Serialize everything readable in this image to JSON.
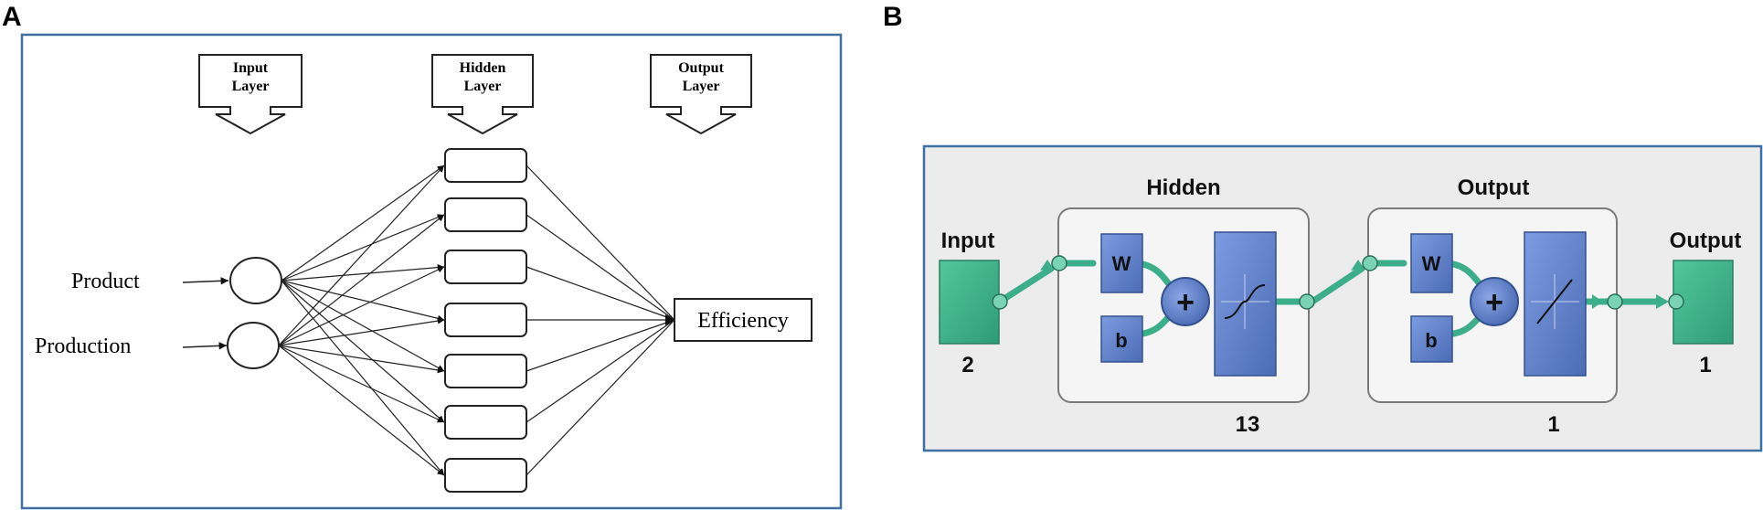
{
  "panel_a": {
    "letter": "A",
    "layer_labels": [
      {
        "line1": "Input",
        "line2": "Layer"
      },
      {
        "line1": "Hidden",
        "line2": "Layer"
      },
      {
        "line1": "Output",
        "line2": "Layer"
      }
    ],
    "inputs": [
      "Product",
      "Production"
    ],
    "hidden_node_count": 7,
    "output": "Efficiency"
  },
  "panel_b": {
    "letter": "B",
    "input_label": "Input",
    "input_size": "2",
    "hidden_title": "Hidden",
    "hidden_size": "13",
    "output_block_title": "Output",
    "output_block_size": "1",
    "output_label": "Output",
    "output_size": "1",
    "weight_symbol": "W",
    "bias_symbol": "b",
    "sum_symbol": "+",
    "hidden_transfer_icon": "tansig-icon",
    "output_transfer_icon": "purelin-icon"
  },
  "colors": {
    "frame_border": "#3d6fa0",
    "nnt_background": "#ececec",
    "block_blue": "#5b7fc4",
    "teal": "#3dae8a"
  }
}
